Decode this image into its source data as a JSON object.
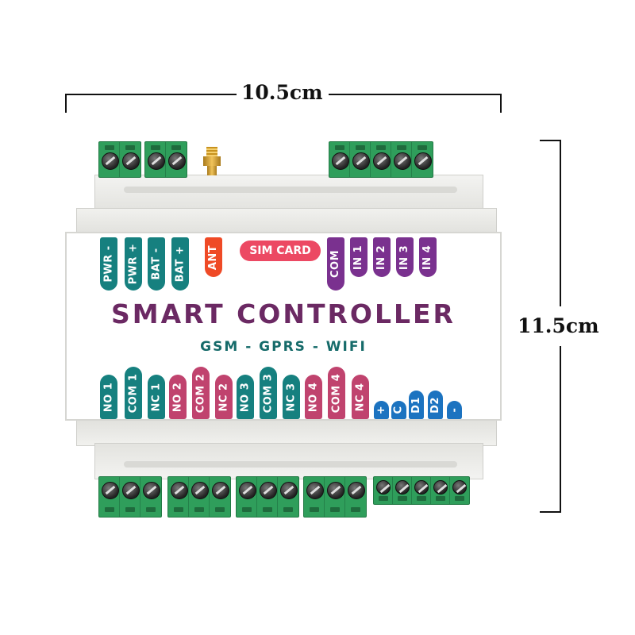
{
  "dimensions": {
    "width_label": "10.5cm",
    "height_label": "11.5cm"
  },
  "device": {
    "title": "SMART CONTROLLER",
    "subtitle": "GSM - GPRS - WIFI",
    "sim_label": "SIM CARD",
    "top_labels": [
      {
        "text": "PWR -",
        "color": "teal"
      },
      {
        "text": "PWR +",
        "color": "teal"
      },
      {
        "text": "BAT -",
        "color": "teal"
      },
      {
        "text": "BAT +",
        "color": "teal"
      },
      {
        "text": "ANT",
        "color": "orange"
      },
      {
        "text": "COM",
        "color": "purple"
      },
      {
        "text": "IN 1",
        "color": "purple"
      },
      {
        "text": "IN 2",
        "color": "purple"
      },
      {
        "text": "IN 3",
        "color": "purple"
      },
      {
        "text": "IN 4",
        "color": "purple"
      }
    ],
    "bottom_labels": [
      {
        "text": "NO 1",
        "color": "teal"
      },
      {
        "text": "COM 1",
        "color": "teal"
      },
      {
        "text": "NC 1",
        "color": "teal"
      },
      {
        "text": "NO 2",
        "color": "pink"
      },
      {
        "text": "COM 2",
        "color": "pink"
      },
      {
        "text": "NC 2",
        "color": "pink"
      },
      {
        "text": "NO 3",
        "color": "teal"
      },
      {
        "text": "COM 3",
        "color": "teal"
      },
      {
        "text": "NC 3",
        "color": "teal"
      },
      {
        "text": "NO 4",
        "color": "pink"
      },
      {
        "text": "COM 4",
        "color": "pink"
      },
      {
        "text": "NC 4",
        "color": "pink"
      },
      {
        "text": "+",
        "color": "blue"
      },
      {
        "text": "C",
        "color": "blue"
      },
      {
        "text": "D1",
        "color": "blue"
      },
      {
        "text": "D2",
        "color": "blue"
      },
      {
        "text": "-",
        "color": "blue"
      }
    ]
  },
  "colors": {
    "teal": "#16807f",
    "orange": "#ef4a26",
    "purple": "#7a318f",
    "pink": "#c0436e",
    "blue": "#1c73c0",
    "terminal_green": "#2f9e5b",
    "title": "#6b2963"
  }
}
